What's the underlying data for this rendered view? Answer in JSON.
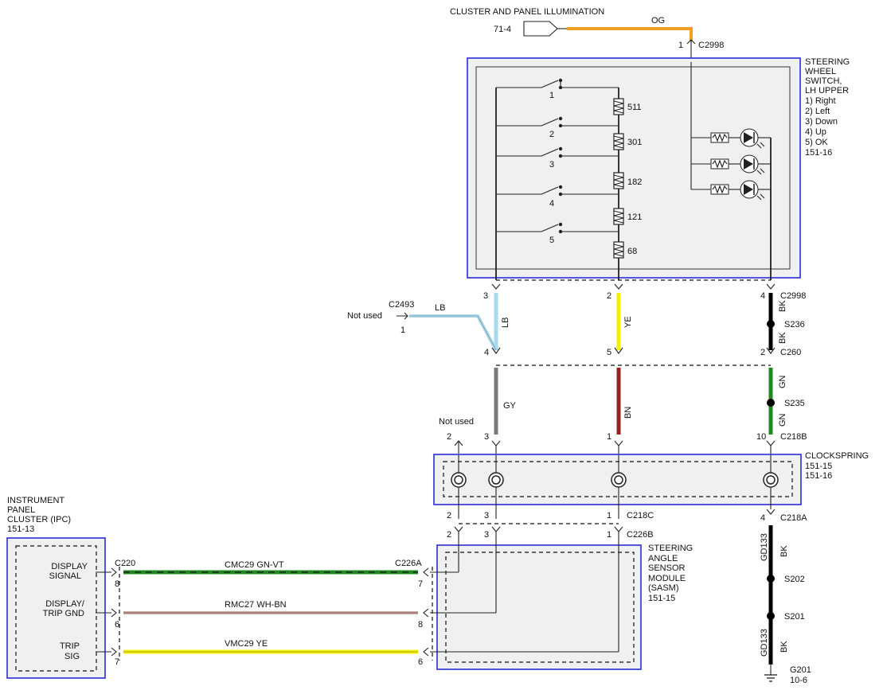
{
  "top": {
    "title": "CLUSTER AND PANEL ILLUMINATION",
    "ref": "71-4",
    "wire_color": "OG",
    "pin": "1",
    "connector": "C2998"
  },
  "switch": {
    "lines": [
      "STEERING",
      "WHEEL",
      "SWITCH,",
      "LH UPPER",
      "1) Right",
      "2) Left",
      "3) Down",
      "4) Up",
      "5) OK",
      "151-16"
    ],
    "switch_nums": [
      "1",
      "2",
      "3",
      "4",
      "5"
    ],
    "resistors": [
      "511",
      "301",
      "182",
      "121",
      "68"
    ]
  },
  "harness": {
    "c2493": "C2493",
    "not_used": "Not used",
    "c2493_pin": "1",
    "lb": "LB",
    "lb_v": "LB",
    "ye": "YE",
    "bk1": "BK",
    "bk2": "BK",
    "gy": "GY",
    "bn": "BN",
    "gn1": "GN",
    "gn2": "GN",
    "p3": "3",
    "p2": "2",
    "p4a": "4",
    "c2998": "C2998",
    "s236": "S236",
    "p4b": "4",
    "p5": "5",
    "p2b": "2",
    "c260": "C260",
    "s235": "S235",
    "not_used2": "Not used",
    "p2c": "2",
    "p3c": "3",
    "p1c": "1",
    "p10": "10",
    "c218b": "C218B"
  },
  "clockspring": {
    "name": "CLOCKSPRING",
    "ref1": "151-15",
    "ref2": "151-16"
  },
  "lower": {
    "p2d": "2",
    "p3d": "3",
    "p1d": "1",
    "c218c": "C218C",
    "p2e": "2",
    "p3e": "3",
    "p1e": "1",
    "c226b": "C226B",
    "p4": "4",
    "c218a": "C218A",
    "gd133a": "GD133",
    "bk_a": "BK",
    "s202": "S202",
    "s201": "S201",
    "gd133b": "GD133",
    "bk_b": "BK",
    "g201": "G201",
    "g201_ref": "10-6"
  },
  "sasm": {
    "lines": [
      "STEERING",
      "ANGLE",
      "SENSOR",
      "MODULE",
      "(SASM)",
      "151-15"
    ]
  },
  "ipc": {
    "lines": [
      "INSTRUMENT",
      "PANEL",
      "CLUSTER (IPC)",
      "151-13"
    ],
    "display_signal": [
      "DISPLAY",
      "SIGNAL"
    ],
    "display_gnd": [
      "DISPLAY/",
      "TRIP GND"
    ],
    "trip_sig": [
      "TRIP",
      "SIG"
    ],
    "c220": "C220",
    "c226a": "C226A",
    "pin8": "8",
    "pin6": "6",
    "pin7": "7",
    "pin7r": "7",
    "pin8r": "8",
    "pin6r": "6"
  },
  "wires": {
    "w1": "CMC29  GN-VT",
    "w2": "RMC27  WH-BN",
    "w3": "VMC29  YE"
  },
  "colors": {
    "OG": "#f0a020",
    "LB": "#a8d8ec",
    "YE": "#f4f000",
    "BK": "#000000",
    "GY": "#7a7a7a",
    "BN": "#9a2020",
    "GN": "#208a20",
    "VT": "#7a2a9a",
    "WH_BN": "#c8b0a8",
    "box_blue": "#2a2ad6"
  }
}
